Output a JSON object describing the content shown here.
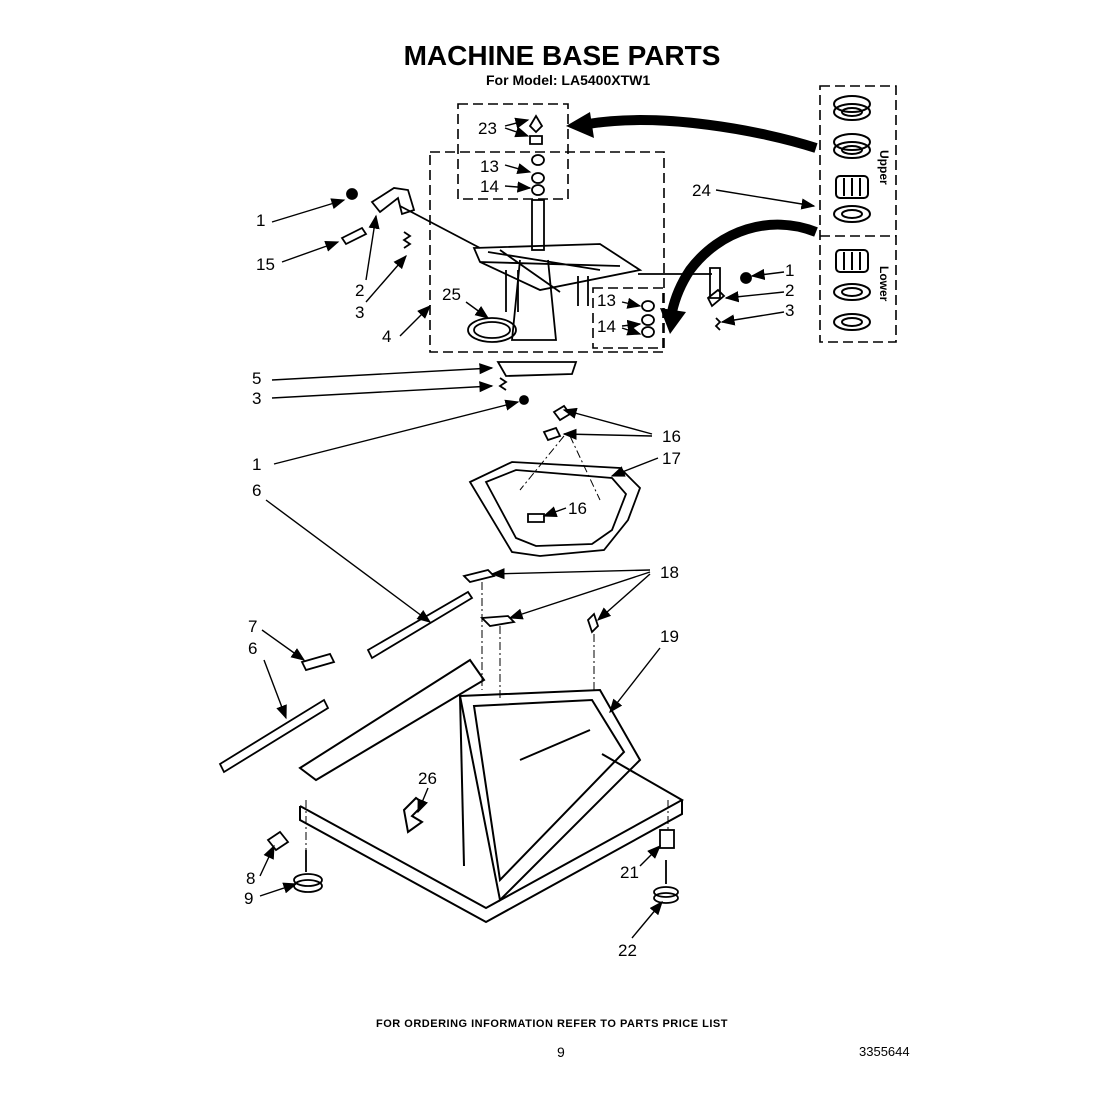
{
  "title": "MACHINE BASE PARTS",
  "subtitle": "For Model: LA5400XTW1",
  "footer_note": "FOR ORDERING INFORMATION REFER TO PARTS PRICE LIST",
  "page_number": "9",
  "doc_number": "3355644",
  "inset_labels": {
    "upper": "Upper",
    "lower": "Lower"
  },
  "callouts": [
    {
      "id": "c23",
      "text": "23"
    },
    {
      "id": "c13a",
      "text": "13"
    },
    {
      "id": "c14a",
      "text": "14"
    },
    {
      "id": "c24",
      "text": "24"
    },
    {
      "id": "c1a",
      "text": "1"
    },
    {
      "id": "c15",
      "text": "15"
    },
    {
      "id": "c2a",
      "text": "2"
    },
    {
      "id": "c3a",
      "text": "3"
    },
    {
      "id": "c4",
      "text": "4"
    },
    {
      "id": "c25",
      "text": "25"
    },
    {
      "id": "c13b",
      "text": "13"
    },
    {
      "id": "c14b",
      "text": "14"
    },
    {
      "id": "c1b",
      "text": "1"
    },
    {
      "id": "c2b",
      "text": "2"
    },
    {
      "id": "c3b",
      "text": "3"
    },
    {
      "id": "c5",
      "text": "5"
    },
    {
      "id": "c3c",
      "text": "3"
    },
    {
      "id": "c16a",
      "text": "16"
    },
    {
      "id": "c17",
      "text": "17"
    },
    {
      "id": "c16b",
      "text": "16"
    },
    {
      "id": "c1c",
      "text": "1"
    },
    {
      "id": "c6a",
      "text": "6"
    },
    {
      "id": "c18",
      "text": "18"
    },
    {
      "id": "c7",
      "text": "7"
    },
    {
      "id": "c19",
      "text": "19"
    },
    {
      "id": "c6b",
      "text": "6"
    },
    {
      "id": "c26",
      "text": "26"
    },
    {
      "id": "c8",
      "text": "8"
    },
    {
      "id": "c21",
      "text": "21"
    },
    {
      "id": "c9",
      "text": "9"
    },
    {
      "id": "c22",
      "text": "22"
    }
  ]
}
